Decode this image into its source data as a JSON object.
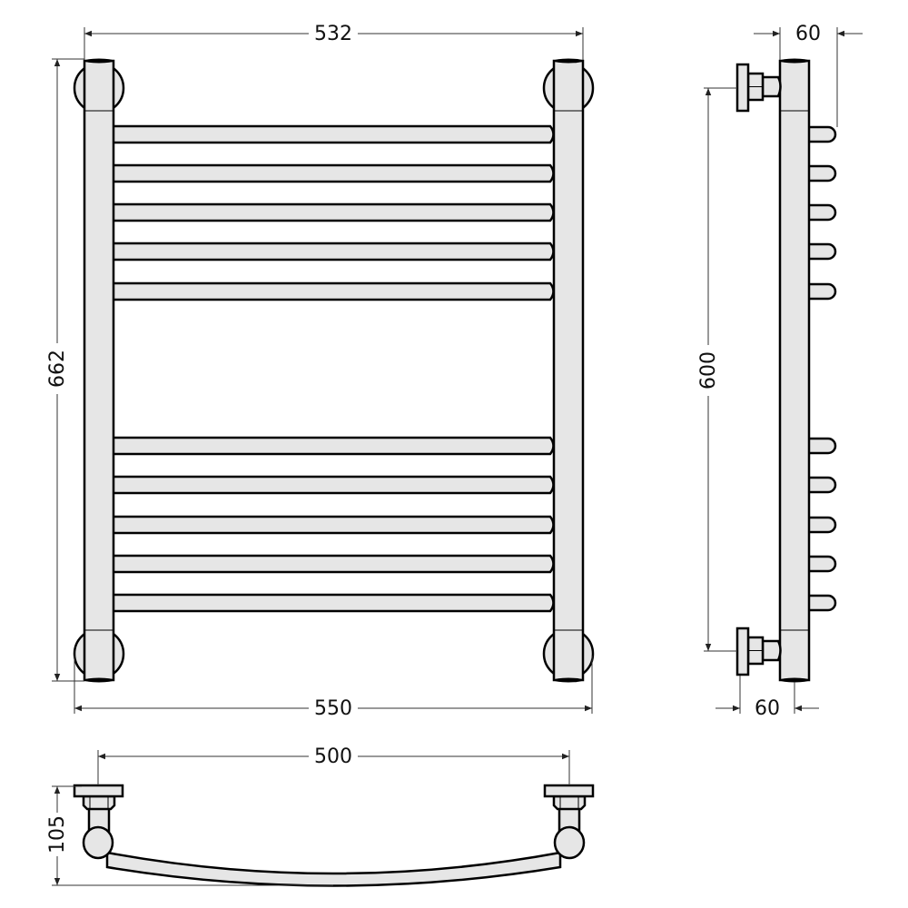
{
  "drawing": {
    "front_view": {
      "width_top_label": "532",
      "height_label": "662",
      "width_bottom_label": "550",
      "bar_count": 10
    },
    "side_view": {
      "top_offset_label": "60",
      "center_distance_label": "600",
      "bottom_offset_label": "60",
      "stub_count": 10
    },
    "bottom_view": {
      "center_distance_label": "500",
      "depth_label": "105"
    },
    "colors": {
      "part_fill": "#e6e6e6",
      "outline": "#000000",
      "background": "#ffffff"
    }
  }
}
